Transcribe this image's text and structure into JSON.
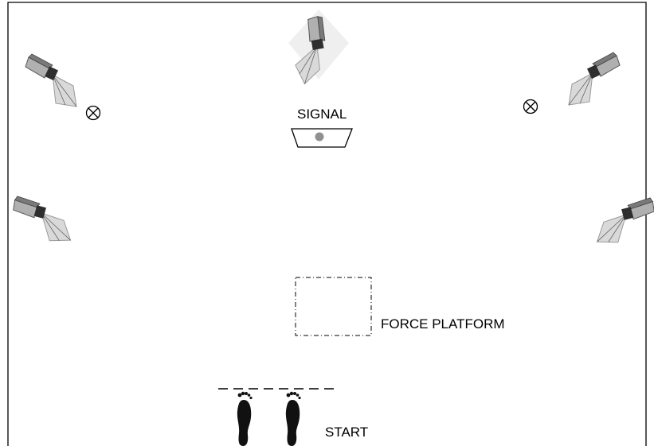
{
  "labels": {
    "signal": "SIGNAL",
    "force_platform": "FORCE PLATFORM",
    "start": "START"
  },
  "icons": {
    "camera": "camera-icon",
    "light": "crossed-circle-lamp-icon",
    "signal": "signal-light-icon",
    "footprint": "footprint-icon"
  },
  "colors": {
    "line": "#000000",
    "camera_body": "#3a3a3a",
    "camera_cone": "#d9d9d9",
    "signal_dot": "#909090"
  }
}
